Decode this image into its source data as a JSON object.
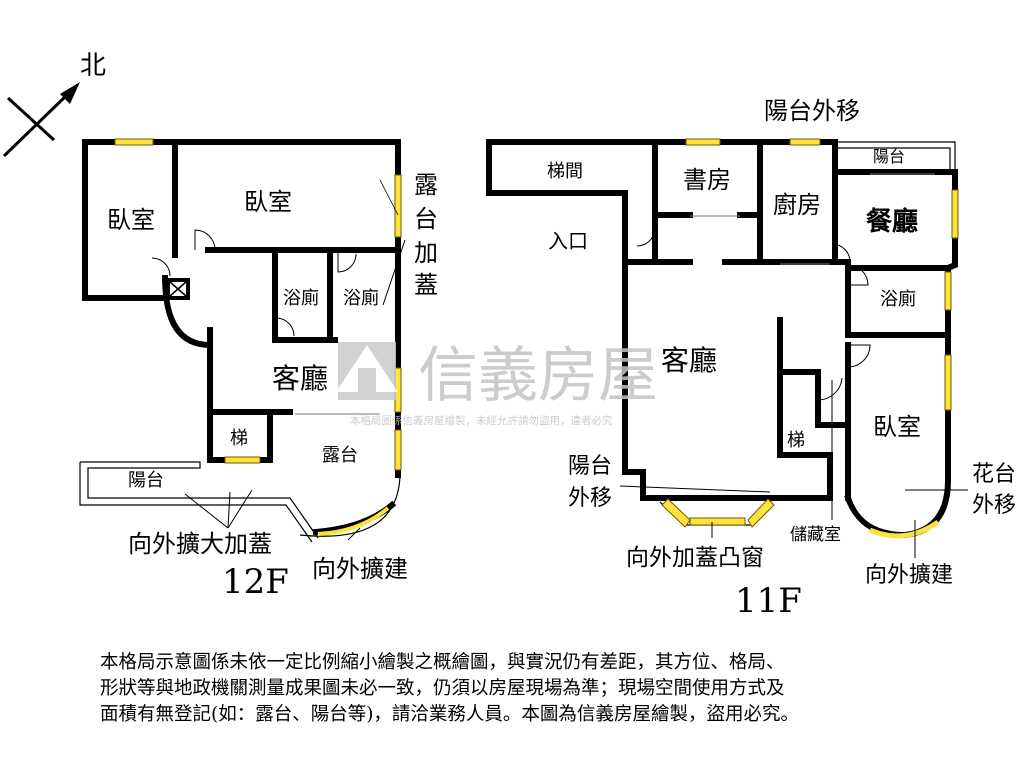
{
  "compass": {
    "north": "北"
  },
  "floor12": {
    "title": "12F",
    "rooms": {
      "bedroom_left": "臥室",
      "bedroom_main": "臥室",
      "bath_left": "浴廁",
      "bath_right": "浴廁",
      "living": "客廳",
      "stair": "梯",
      "terrace": "露台",
      "balcony": "陽台"
    },
    "notes": {
      "terrace_cover": [
        "露",
        "台",
        "加",
        "蓋"
      ],
      "expand_cover": "向外擴大加蓋",
      "expand_build": "向外擴建"
    }
  },
  "floor11": {
    "title": "11F",
    "rooms": {
      "stairwell": "梯間",
      "study": "書房",
      "kitchen": "廚房",
      "balcony": "陽台",
      "dining": "餐廳",
      "entrance": "入口",
      "bath": "浴廁",
      "living": "客廳",
      "bedroom": "臥室",
      "stair": "梯",
      "storage": "儲藏室"
    },
    "notes": {
      "balcony_move_top": "陽台外移",
      "balcony_move_left": [
        "陽台",
        "外移"
      ],
      "bay_window": "向外加蓋凸窗",
      "garden_move": [
        "花台",
        "外移"
      ],
      "expand_build": "向外擴建"
    }
  },
  "watermark": {
    "brand": "信義房屋",
    "small": "本格局圖係信義房屋繪製，未經允許請勿盜用，違者必究"
  },
  "disclaimer": [
    "本格局示意圖係未依一定比例縮小繪製之概繪圖，與實況仍有差距，其方位、格局、",
    "形狀等與地政機關測量成果圖未必一致，仍須以房屋現場為準；現場空間使用方式及",
    "面積有無登記(如：露台、陽台等)，請洽業務人員。本圖為信義房屋繪製，盜用必究。"
  ]
}
